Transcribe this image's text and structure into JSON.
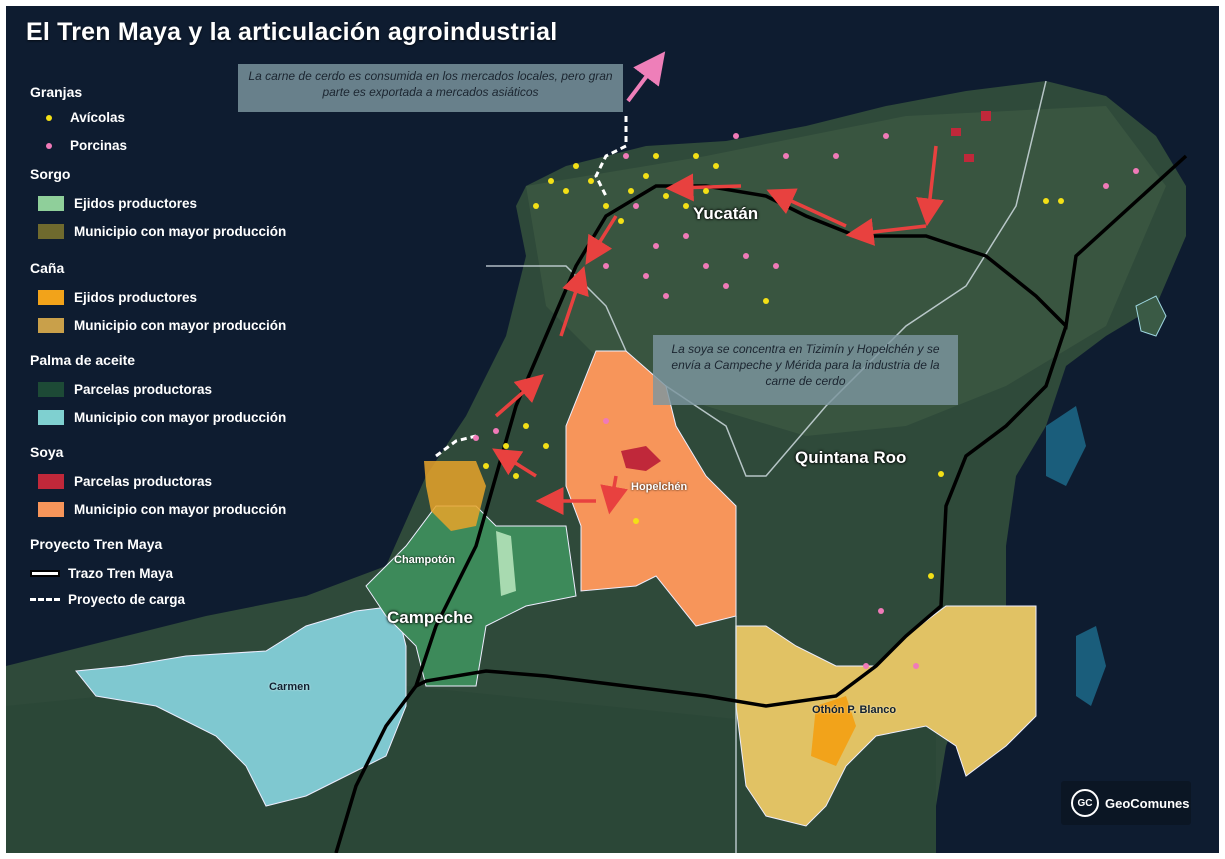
{
  "title": "El Tren Maya y la articulación agroindustrial",
  "legend": {
    "granjas": {
      "heading": "Granjas",
      "avicolas": "Avícolas",
      "porcinas": "Porcinas"
    },
    "sorgo": {
      "heading": "Sorgo",
      "ejidos": "Ejidos productores",
      "municipio": "Municipio con mayor producción"
    },
    "cana": {
      "heading": "Caña",
      "ejidos": "Ejidos productores",
      "municipio": "Municipio con mayor producción"
    },
    "palma": {
      "heading": "Palma de aceite",
      "parcelas": "Parcelas productoras",
      "municipio": "Municipio con mayor producción"
    },
    "soya": {
      "heading": "Soya",
      "parcelas": "Parcelas productoras",
      "municipio": "Municipio con mayor producción"
    },
    "tren": {
      "heading": "Proyecto Tren Maya",
      "trazo": "Trazo Tren Maya",
      "carga": "Proyecto de carga"
    }
  },
  "notes": {
    "cerdo": "La carne de cerdo es consumida en los mercados locales, pero gran parte es exportada a mercados asiáticos",
    "soya": "La soya se concentra en Tizimín y Hopelchén y se envía a Campeche y Mérida para la industria de la carne de cerdo"
  },
  "places": {
    "yucatan": "Yucatán",
    "quintana_roo": "Quintana Roo",
    "campeche": "Campeche",
    "hopelchen": "Hopelchén",
    "champoton": "Champotón",
    "carmen": "Carmen",
    "othon": "Othón P. Blanco"
  },
  "logo": {
    "initials": "GC",
    "name": "GeoComunes"
  },
  "colors": {
    "avicolas": "#f3e016",
    "porcinas": "#f07ab8",
    "sorgo_ejidos": "#8fcf9a",
    "sorgo_municipio": "#6f6a2e",
    "cana_ejidos": "#f2a31a",
    "cana_municipio": "#c9a04a",
    "palma_parcelas": "#1d4a36",
    "palma_municipio": "#7fd0d0",
    "soya_parcelas": "#c0283a",
    "soya_municipio": "#f7955a",
    "flow_arrow": "#e8413f",
    "export_arrow": "#ee7fb9"
  }
}
